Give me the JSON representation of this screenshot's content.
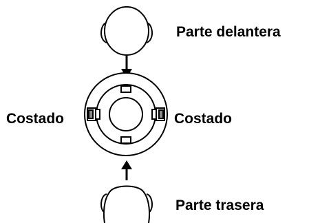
{
  "labels": {
    "front": "Parte delantera",
    "side_left": "Costado",
    "side_right": "Costado",
    "rear": "Parte trasera"
  },
  "colors": {
    "stroke": "#000000",
    "background": "#ffffff"
  }
}
